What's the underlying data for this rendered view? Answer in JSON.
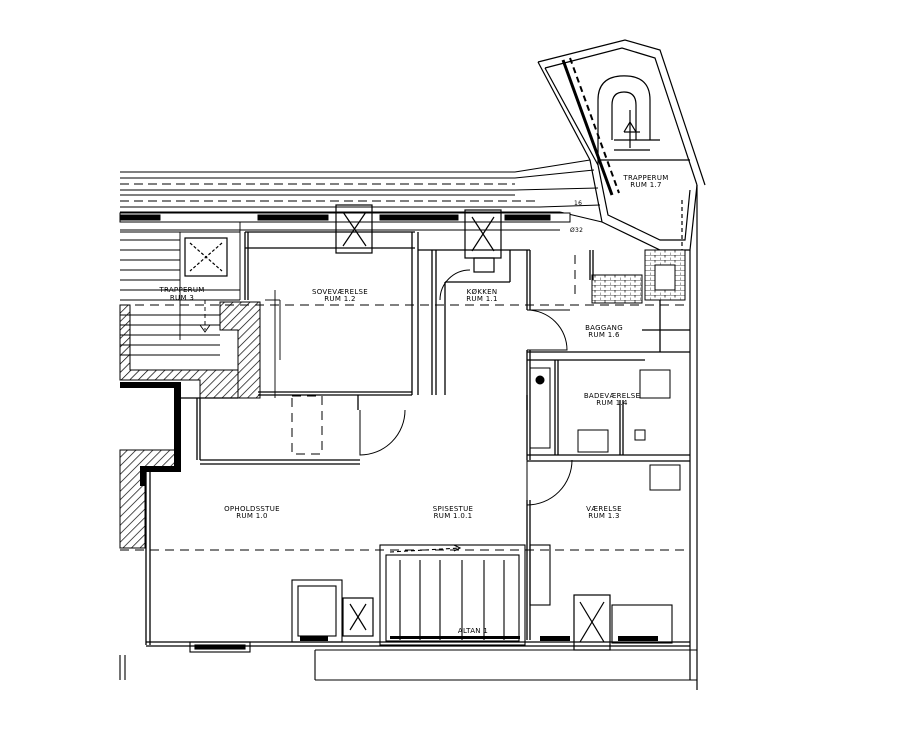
{
  "rooms": [
    {
      "id": "trapperum_rum3",
      "name": "TRAPPERUM",
      "number": "RUM 3"
    },
    {
      "id": "sovevaerelse",
      "name": "SOVEVÆRELSE",
      "number": "RUM 1.2"
    },
    {
      "id": "kokken",
      "name": "KØKKEN",
      "number": "RUM 1.1"
    },
    {
      "id": "trapperum_rum17",
      "name": "TRAPPERUM",
      "number": "RUM 1.7"
    },
    {
      "id": "bagang",
      "name": "BAGGANG",
      "number": "RUM 1.6"
    },
    {
      "id": "badevaerelse",
      "name": "BADEVÆRELSE",
      "number": "RUM 1.4"
    },
    {
      "id": "opholdsstue",
      "name": "OPHOLDSSTUE",
      "number": "RUM 1.0"
    },
    {
      "id": "spisestue",
      "name": "SPISESTUE",
      "number": "RUM 1.0.1"
    },
    {
      "id": "vaerelse",
      "name": "VÆRELSE",
      "number": "RUM 1.3"
    }
  ],
  "other_labels": {
    "altan": "ALTAN 1",
    "stair_note_a": "16",
    "stair_note_b": "Ø32"
  }
}
